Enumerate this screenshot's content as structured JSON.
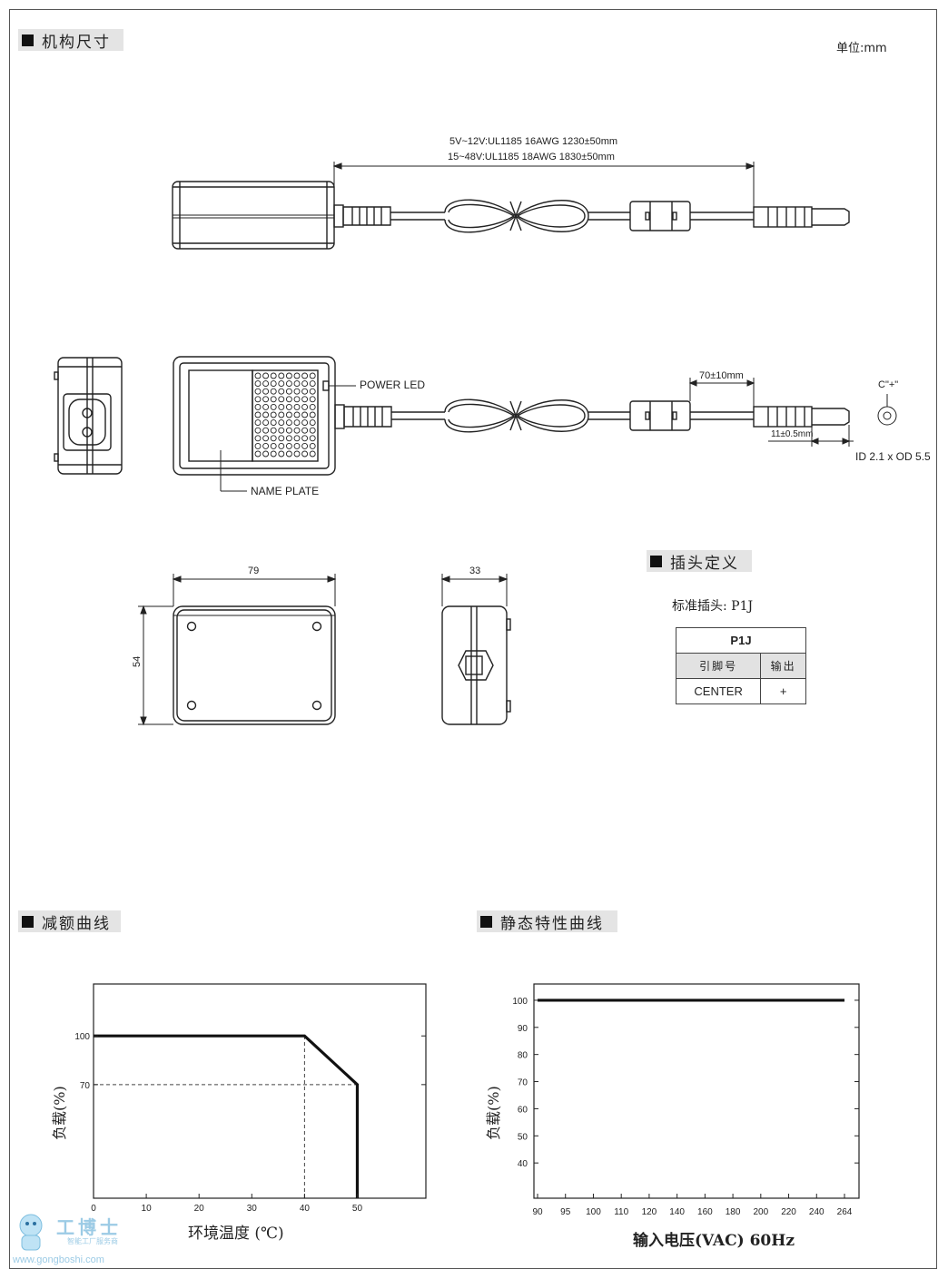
{
  "sections": {
    "mechanical": "机构尺寸",
    "plug": "插头定义",
    "derating": "减额曲线",
    "static": "静态特性曲线"
  },
  "unit_label": "单位:mm",
  "dims": {
    "cable_line1": "5V~12V:UL1185 16AWG 1230±50mm",
    "cable_line2": "15~48V:UL1185 18AWG 1830±50mm",
    "power_led": "POWER LED",
    "name_plate": "NAME PLATE",
    "ferrite": "70±10mm",
    "plug_len": "11±0.5mm",
    "polarity": "C\"+\"",
    "plug_size": "ID 2.1 x OD 5.5",
    "width": "79",
    "height": "54",
    "depth": "33"
  },
  "plug": {
    "std_label": "标准插头: P1J",
    "table_title": "P1J",
    "col_pin": "引脚号",
    "col_out": "输出",
    "row_pin": "CENTER",
    "row_out": "+"
  },
  "watermark": {
    "name": "工博士",
    "tagline": "智能工厂服务商",
    "url": "www.gongboshi.com"
  },
  "chart_data": [
    {
      "type": "line",
      "xlabel": "环境温度 (℃)",
      "ylabel": "负载(%)",
      "x_ticks": [
        0,
        10,
        20,
        30,
        40,
        50
      ],
      "y_ticks": [
        70,
        100
      ],
      "xlim": [
        0,
        63
      ],
      "ylim": [
        0,
        132
      ],
      "series": [
        {
          "x": [
            0,
            40,
            50,
            50
          ],
          "y": [
            100,
            100,
            70,
            0
          ]
        }
      ],
      "guides": [
        {
          "x": [
            40,
            40
          ],
          "y": [
            0,
            100
          ]
        },
        {
          "x": [
            0,
            50
          ],
          "y": [
            70,
            70
          ]
        }
      ],
      "grid": false
    },
    {
      "type": "line",
      "xlabel": "输入电压(VAC) 60Hz",
      "ylabel": "负载(%)",
      "x_ticks": [
        "90",
        "95",
        "100",
        "110",
        "120",
        "140",
        "160",
        "180",
        "200",
        "220",
        "240",
        "264"
      ],
      "y_ticks": [
        40,
        50,
        60,
        70,
        80,
        90,
        100
      ],
      "ylim": [
        27,
        106
      ],
      "series": [
        {
          "x": [
            "90",
            "264"
          ],
          "y": [
            100,
            100
          ]
        }
      ],
      "grid": false
    }
  ]
}
